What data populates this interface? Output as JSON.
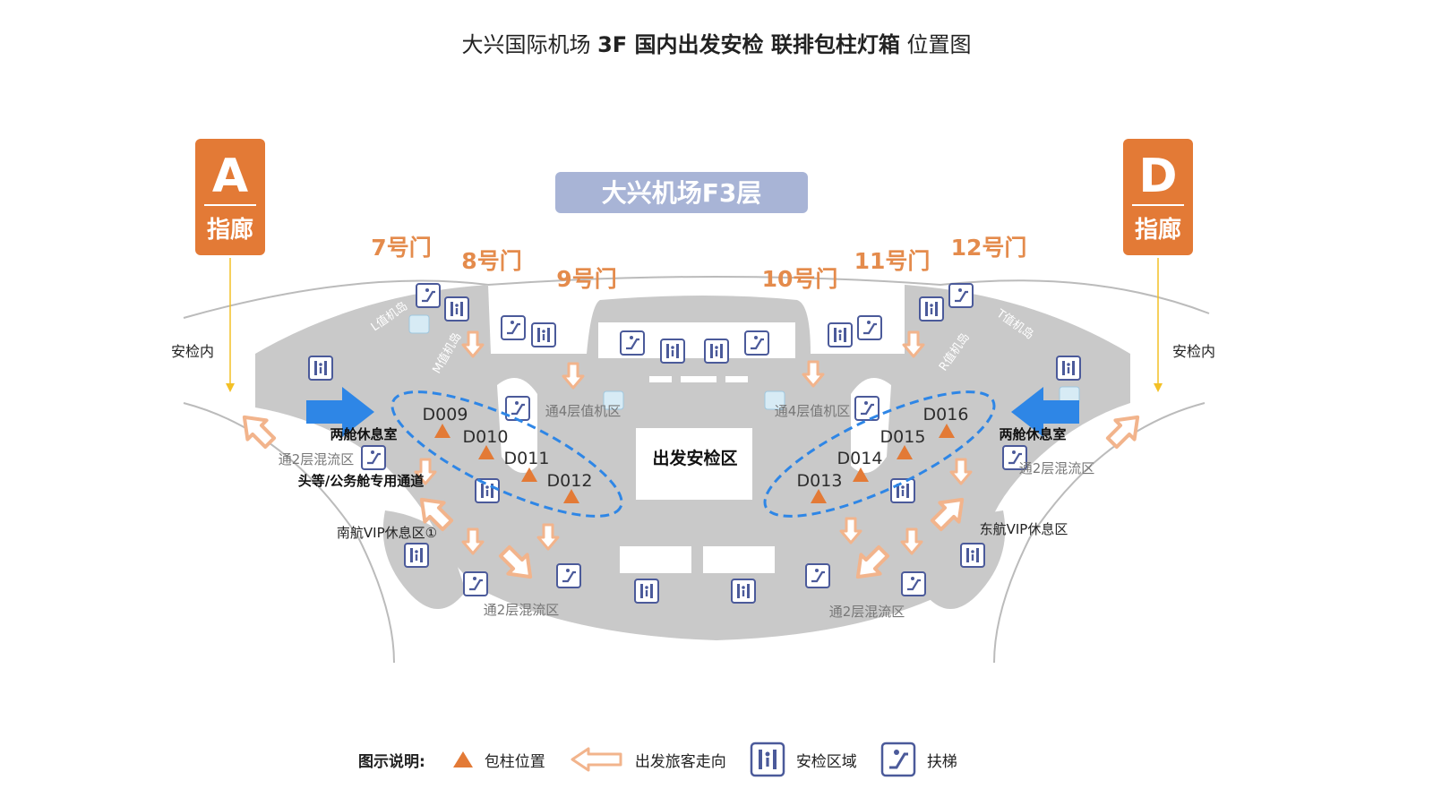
{
  "title": {
    "part1": "大兴国际机场",
    "part2": "3F 国内出发安检 联排包柱灯箱",
    "part3": "位置图"
  },
  "map": {
    "floor_label": "大兴机场F3层",
    "pier_a": {
      "letter": "A",
      "label": "指廊"
    },
    "pier_d": {
      "letter": "D",
      "label": "指廊"
    },
    "gates": [
      "7号门",
      "8号门",
      "9号门",
      "10号门",
      "11号门",
      "12号门"
    ],
    "security_inside_left": "安检内",
    "security_inside_right": "安检内",
    "checkin_islands": {
      "L": "L值机岛",
      "M": "M值机岛",
      "R": "R值机岛",
      "T": "T值机岛"
    },
    "to_4f_left": "通4层值机区",
    "to_4f_right": "通4层值机区",
    "lounge_left": "两舱休息室",
    "lounge_right": "两舱休息室",
    "to_2f_left": "通2层混流区",
    "to_2f_right": "通2层混流区",
    "to_2f_bottom_left": "通2层混流区",
    "to_2f_bottom_right": "通2层混流区",
    "first_class_channel": "头等/公务舱专用通道",
    "csa_vip": "南航VIP休息区①",
    "ce_vip": "东航VIP休息区",
    "security_area": "出发安检区",
    "pillars": [
      "D009",
      "D010",
      "D011",
      "D012",
      "D013",
      "D014",
      "D015",
      "D016"
    ]
  },
  "legend": {
    "heading": "图示说明:",
    "items": [
      "包柱位置",
      "出发旅客走向",
      "安检区域",
      "扶梯"
    ]
  },
  "colors": {
    "floor": "#c9c9c9",
    "accent_orange": "#e37a36",
    "flow_arrow": "#f2b48c",
    "ellipse_blue": "#2e86e6",
    "label_box": "#a8b4d6",
    "icon_blue": "#4b5a9a",
    "gate_orange": "#e48b4c"
  }
}
